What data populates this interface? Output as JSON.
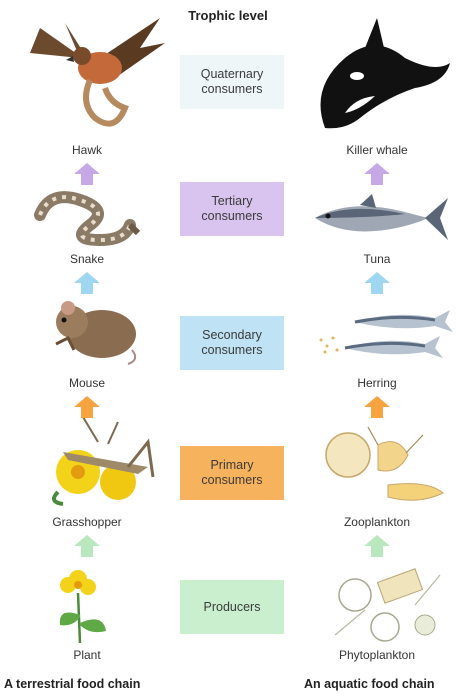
{
  "title": "Trophic level",
  "colors": {
    "quaternary": "#eef6f7",
    "tertiary": "#d8c4ee",
    "secondary": "#bfe3f5",
    "primary": "#f7b25e",
    "producers": "#c9efcf"
  },
  "levels": [
    {
      "label": "Quaternary consumers"
    },
    {
      "label": "Tertiary consumers"
    },
    {
      "label": "Secondary consumers"
    },
    {
      "label": "Primary consumers"
    },
    {
      "label": "Producers"
    }
  ],
  "terrestrial": {
    "heading": "A terrestrial food chain",
    "organisms": [
      "Hawk",
      "Snake",
      "Mouse",
      "Grasshopper",
      "Plant"
    ]
  },
  "aquatic": {
    "heading": "An aquatic food chain",
    "organisms": [
      "Killer whale",
      "Tuna",
      "Herring",
      "Zooplankton",
      "Phytoplankton"
    ]
  },
  "arrow_colors": [
    "#c6a8e6",
    "#9fd6f0",
    "#f7a340",
    "#b9e8bf"
  ]
}
